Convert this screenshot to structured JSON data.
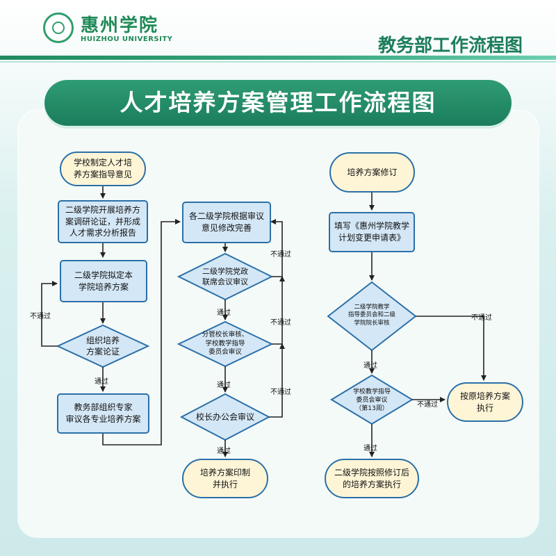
{
  "header": {
    "logo_cn": "惠州学院",
    "logo_en": "HUIZHOU UNIVERSITY",
    "dept_title": "教务部工作流程图"
  },
  "banner": {
    "title": "人才培养方案管理工作流程图"
  },
  "colors": {
    "primary_green": "#1f8a5d",
    "node_border": "#2a6fa8",
    "pill_fill": "#fdf5d6",
    "rect_fill": "#d4e7f6",
    "arrow": "#222222"
  },
  "flow": {
    "col1": {
      "start": "学校制定人才培\n养方案指导意见",
      "step1": "二级学院开展培养方\n案调研论证，并形成\n人才需求分析报告",
      "step2": "二级学院拟定本\n学院培养方案",
      "decision": "组织培养\n方案论证",
      "step3": "教务部组织专家\n审议各专业培养方案"
    },
    "col2": {
      "step1": "各二级学院根据审议\n意见修改完善",
      "decision1": "二级学院党政\n联席会议审议",
      "decision2": "分管校长审核、\n学校教学指导\n委员会审议",
      "decision3": "校长办公会审议",
      "end": "培养方案印制\n并执行"
    },
    "col3": {
      "start": "培养方案修订",
      "step1": "填写《惠州学院教学\n计划变更申请表》",
      "decision1": "二级学院教学\n指导委员会和二级\n学院院长审核",
      "decision2": "学校教学指导\n委员会审议\n（第13周）",
      "end1": "二级学院按照修订后\n的培养方案执行",
      "end2": "按原培养方案\n执行"
    },
    "labels": {
      "pass": "通过",
      "fail": "不通过"
    }
  }
}
